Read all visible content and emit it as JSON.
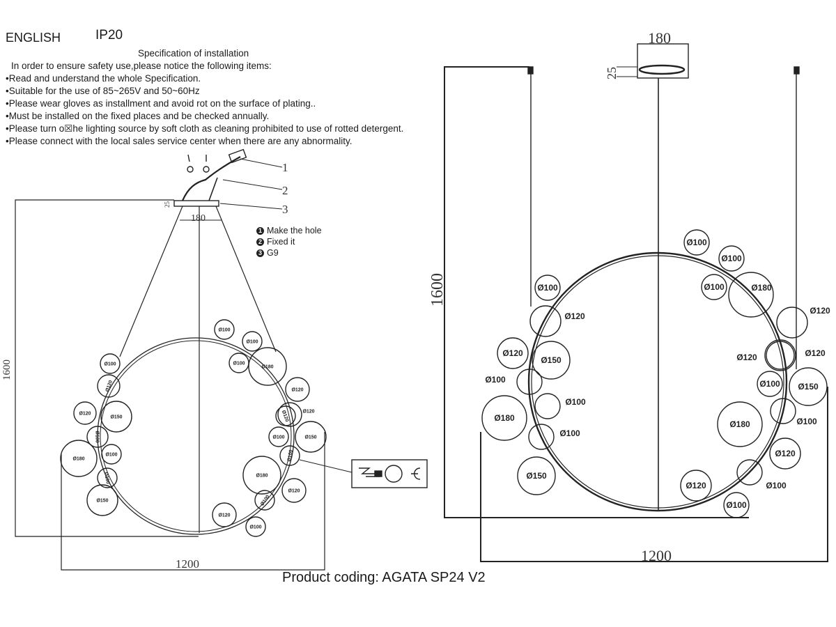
{
  "header": {
    "language": "ENGLISH",
    "ip_rating": "IP20"
  },
  "instructions": {
    "title": "Specification of installation",
    "intro": "In order to ensure safety use,please notice the following items:",
    "items": [
      "•Read and understand the whole Specification.",
      "•Suitable for the use of 85~265V and 50~60Hz",
      "•Please wear gloves as installment and avoid rot on the surface of plating..",
      "•Must be installed on the fixed places and be checked annually.",
      "•Please turn o☒he lighting source by soft cloth as cleaning prohibited to use of rotted detergent.",
      "•Please connect with the local sales service center when there are any abnormality."
    ]
  },
  "install_steps": {
    "callouts": [
      "1",
      "2",
      "3"
    ],
    "steps": [
      {
        "num": "1",
        "label": "Make the hole"
      },
      {
        "num": "2",
        "label": "Fixed it"
      },
      {
        "num": "3",
        "label": "G9"
      }
    ]
  },
  "left_drawing": {
    "height_dim": "1600",
    "width_dim": "1200",
    "canopy_dim": "180",
    "canopy_height": "25",
    "bubbles": [
      "Ø100",
      "Ø120",
      "Ø120",
      "Ø150",
      "Ø100",
      "Ø180",
      "Ø100",
      "Ø100",
      "Ø150",
      "Ø100",
      "Ø100",
      "Ø100",
      "Ø180",
      "Ø120",
      "Ø120",
      "Ø120",
      "Ø100",
      "Ø150",
      "Ø100",
      "Ø180",
      "Ø120",
      "Ø100",
      "Ø120",
      "Ø100"
    ]
  },
  "right_drawing": {
    "height_dim": "1600",
    "width_dim": "1200",
    "canopy_dim": "180",
    "canopy_height": "25",
    "bubbles": [
      "Ø100",
      "Ø100",
      "Ø100",
      "Ø180",
      "Ø120",
      "Ø120",
      "Ø120",
      "Ø100",
      "Ø150",
      "Ø100",
      "Ø180",
      "Ø120",
      "Ø100",
      "Ø120",
      "Ø100",
      "Ø100",
      "Ø120",
      "Ø120",
      "Ø150",
      "Ø100",
      "Ø100",
      "Ø180",
      "Ø100",
      "Ø150"
    ]
  },
  "footer": {
    "product_coding": "Product coding: AGATA SP24 V2"
  }
}
